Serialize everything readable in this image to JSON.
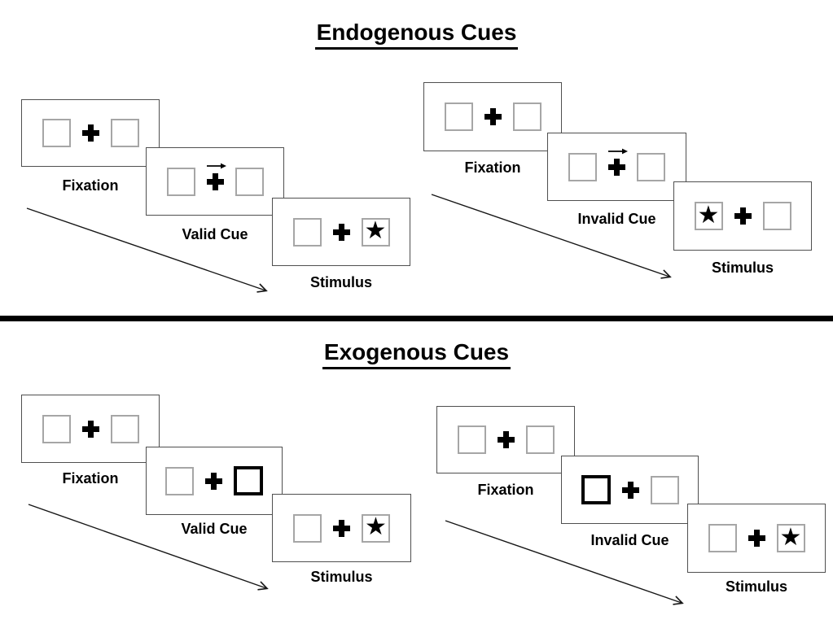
{
  "sections": {
    "endogenous": {
      "title": "Endogenous Cues",
      "cue_style": "central arrow above fixation cross",
      "valid": {
        "fixation_label": "Fixation",
        "cue_label": "Valid Cue",
        "stimulus_label": "Stimulus",
        "cue_direction": "right",
        "target_side": "right"
      },
      "invalid": {
        "fixation_label": "Fixation",
        "cue_label": "Invalid Cue",
        "stimulus_label": "Stimulus",
        "cue_direction": "right",
        "target_side": "left"
      }
    },
    "exogenous": {
      "title": "Exogenous Cues",
      "cue_style": "bold peripheral box",
      "valid": {
        "fixation_label": "Fixation",
        "cue_label": "Valid Cue",
        "stimulus_label": "Stimulus",
        "cue_side": "right",
        "target_side": "right"
      },
      "invalid": {
        "fixation_label": "Fixation",
        "cue_label": "Invalid Cue",
        "stimulus_label": "Stimulus",
        "cue_side": "left",
        "target_side": "right"
      }
    }
  },
  "glyphs": {
    "star": "★"
  },
  "colors": {
    "ink": "#000000",
    "card_border": "#4f4f4f",
    "placeholder_border": "#a6a6a6",
    "background": "#ffffff"
  }
}
